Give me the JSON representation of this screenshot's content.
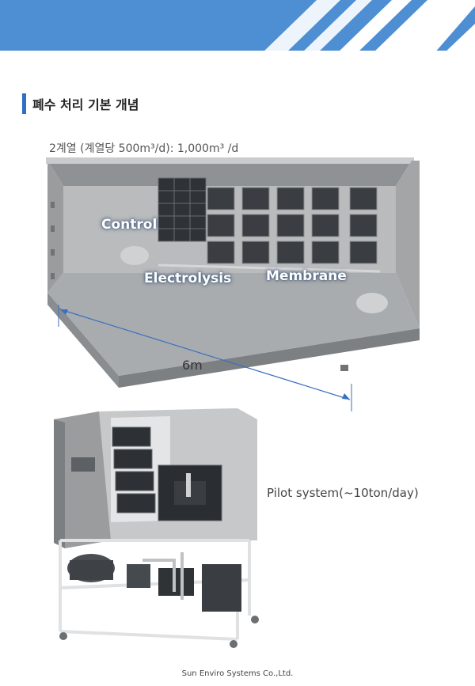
{
  "section": {
    "title": "폐수 처리 기본 개념",
    "spec": "2계열 (계열당 500m³/d):  1,000m³ /d"
  },
  "container_figure": {
    "labels": {
      "control": "Control",
      "electrolysis": "Electrolysis",
      "membrane": "Membrane"
    },
    "dimension": "6m"
  },
  "pilot_figure": {
    "caption": "Pilot system(~10ton/day)"
  },
  "footer": {
    "company": "Sun Enviro Systems Co.,Ltd."
  },
  "colors": {
    "accent_blue": "#2f6fc4",
    "header_blue": "#4f8fd3"
  }
}
